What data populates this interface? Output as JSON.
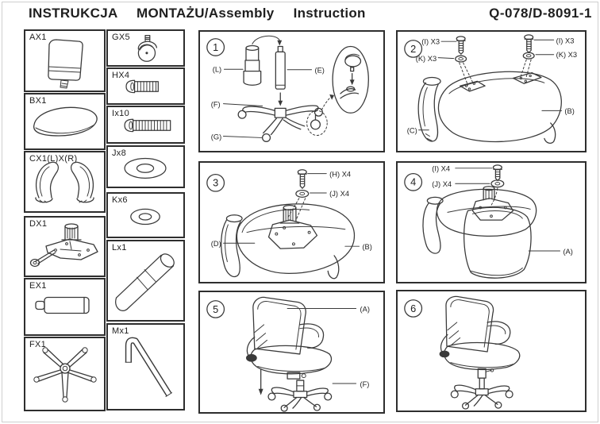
{
  "header": {
    "title": "INSTRUKCJA  MONTAŻU/Assembly  Instruction",
    "code": "Q-078/D-8091-1"
  },
  "parts": {
    "col1": [
      {
        "id": "AX1",
        "icon": "backrest"
      },
      {
        "id": "BX1",
        "icon": "seat-cushion"
      },
      {
        "id": "CX1(L)X(R)",
        "icon": "armrest-pair"
      },
      {
        "id": "DX1",
        "icon": "tilt-mechanism"
      },
      {
        "id": "EX1",
        "icon": "gas-lift-cylinder"
      },
      {
        "id": "FX1",
        "icon": "five-star-base"
      }
    ],
    "col2": [
      {
        "id": "GX5",
        "icon": "caster-wheel"
      },
      {
        "id": "HX4",
        "icon": "bolt-short"
      },
      {
        "id": "Ix10",
        "icon": "bolt-long"
      },
      {
        "id": "Jx8",
        "icon": "washer-large"
      },
      {
        "id": "Kx6",
        "icon": "washer-small"
      },
      {
        "id": "Lx1",
        "icon": "telescopic-cover"
      },
      {
        "id": "Mx1",
        "icon": "allen-key"
      }
    ]
  },
  "steps": [
    {
      "number": "1",
      "labels": {
        "l": "(L)",
        "e": "(E)",
        "f": "(F)",
        "g": "(G)"
      }
    },
    {
      "number": "2",
      "labels": {
        "i_left": "(I) X3",
        "k_left": "(K) X3",
        "i_right": "(I) X3",
        "k_right": "(K) X3",
        "b": "(B)",
        "c": "(C)"
      }
    },
    {
      "number": "3",
      "labels": {
        "h": "(H) X4",
        "j": "(J) X4",
        "d": "(D)",
        "b": "(B)"
      }
    },
    {
      "number": "4",
      "labels": {
        "i": "(I) X4",
        "j": "(J) X4",
        "a": "(A)"
      }
    },
    {
      "number": "5",
      "labels": {
        "a": "(A)",
        "f": "(F)"
      }
    },
    {
      "number": "6",
      "labels": {}
    }
  ],
  "colors": {
    "ink": "#3a3a3a",
    "box_border": "#2e2e2e",
    "page_edge": "#cfcfcf"
  }
}
